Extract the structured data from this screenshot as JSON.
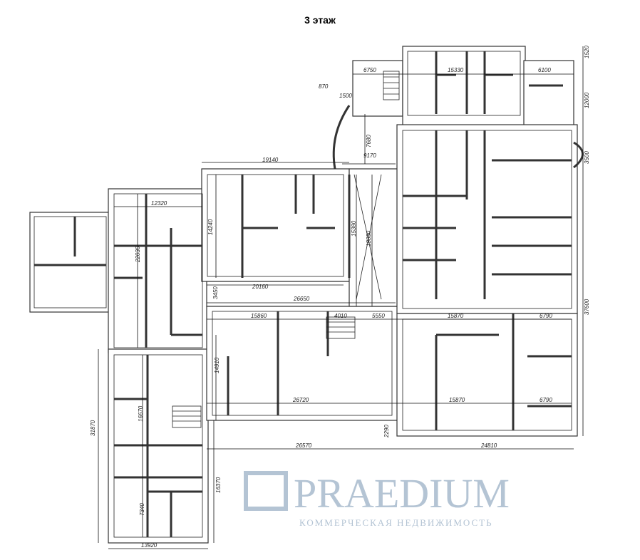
{
  "title": "3 этаж",
  "watermark": {
    "brand": "PRAEDIUM",
    "tagline": "КОММЕРЧЕСКАЯ НЕДВИЖИМОСТЬ"
  },
  "dimensions": [
    "6750",
    "15330",
    "6100",
    "870",
    "1500",
    "1520",
    "12000",
    "3500",
    "7680",
    "9170",
    "19140",
    "12320",
    "22030",
    "14240",
    "15380",
    "18830",
    "20160",
    "3450",
    "26650",
    "15860",
    "4010",
    "5550",
    "15870",
    "6790",
    "37600",
    "14910",
    "16670",
    "26720",
    "15870",
    "6790",
    "2290",
    "31870",
    "26570",
    "24810",
    "16370",
    "7340",
    "13920"
  ]
}
